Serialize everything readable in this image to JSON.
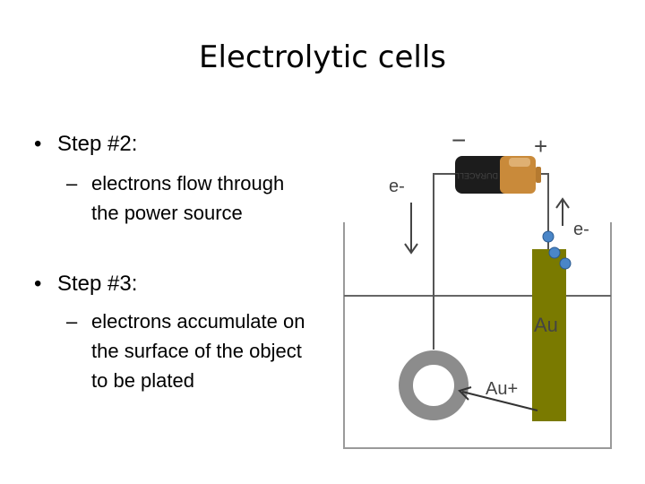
{
  "slide": {
    "title": "Electrolytic cells",
    "bullets": [
      {
        "marker": "•",
        "label": "Step #2:",
        "sub_marker": "–",
        "sub_text": "electrons flow through the power source"
      },
      {
        "marker": "•",
        "label": "Step #3:",
        "sub_marker": "–",
        "sub_text": "electrons accumulate on the surface of the object to be plated"
      }
    ]
  },
  "diagram": {
    "minus_sign": "−",
    "plus_sign": "+",
    "electron_label_left": "e-",
    "electron_label_right": "e-",
    "battery_brand": "DURACELL",
    "electrode_label": "Au",
    "ion_label": "Au+",
    "colors": {
      "electrode": "#7a7a00",
      "electron": "#4a86c8",
      "ring": "#8c8c8c",
      "battery_copper": "#c98a3a"
    }
  }
}
